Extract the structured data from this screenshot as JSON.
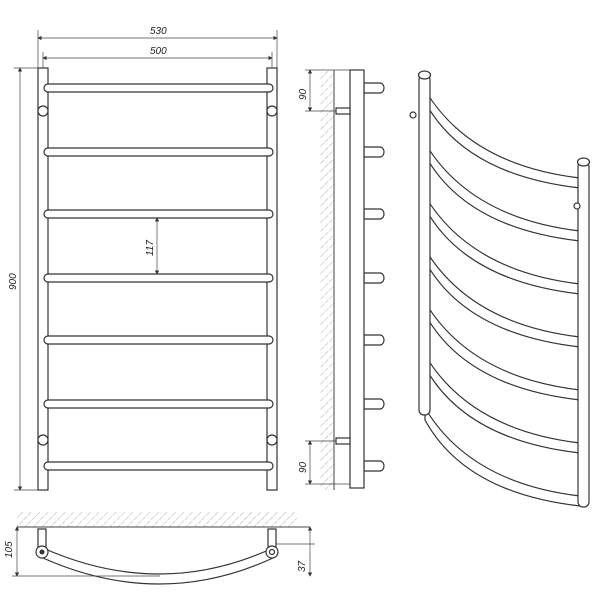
{
  "dimensions": {
    "overall_width": "530",
    "axis_width": "500",
    "height": "900",
    "rung_pitch": "117",
    "top_mount_offset": "90",
    "bottom_mount_offset": "90",
    "depth": "105",
    "bracket_depth": "37"
  },
  "colors": {
    "line": "#333333",
    "background": "#ffffff"
  }
}
